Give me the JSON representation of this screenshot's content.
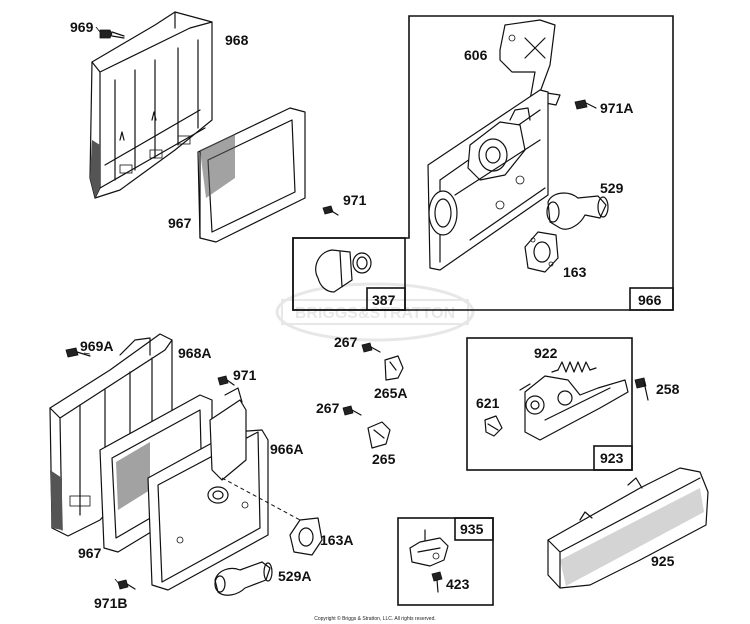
{
  "diagram": {
    "part_labels": {
      "p969": "969",
      "p968": "968",
      "p967_top": "967",
      "p971_top": "971",
      "p606": "606",
      "p971A": "971A",
      "p529": "529",
      "p163": "163",
      "p387": "387",
      "p966": "966",
      "p969A": "969A",
      "p968A": "968A",
      "p971_bottom": "971",
      "p966A": "966A",
      "p967_bottom": "967",
      "p971B": "971B",
      "p163A": "163A",
      "p529A": "529A",
      "p267_a": "267",
      "p265A": "265A",
      "p267_b": "267",
      "p265": "265",
      "p922": "922",
      "p258": "258",
      "p621": "621",
      "p923": "923",
      "p935": "935",
      "p423": "423",
      "p925": "925"
    },
    "watermark": "BRIGGS&STRATTON",
    "copyright": "Copyright © Briggs & Stratton, LLC. All rights reserved."
  }
}
